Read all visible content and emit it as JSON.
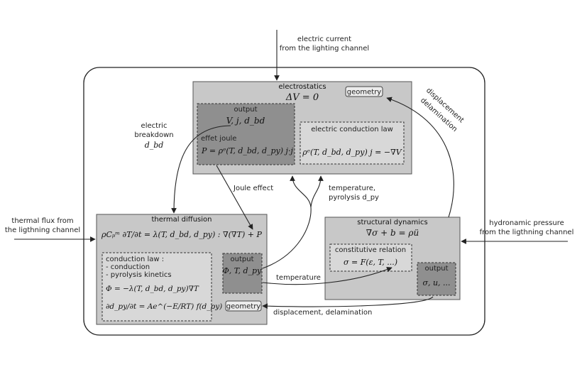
{
  "inputs": {
    "electric_current": [
      "electric current",
      "from the lighting channel"
    ],
    "thermal_flux": [
      "thermal flux from",
      "the ligthning channel"
    ],
    "hydro_pressure": [
      "hydronamic pressure",
      "from the ligthning channel"
    ]
  },
  "side_labels": {
    "displacement_delamination": [
      "displacement",
      "delamination"
    ],
    "electric_breakdown": [
      "electric",
      "breakdown"
    ],
    "electric_breakdown_symbol": "d_bd",
    "joule_effect": "Joule effect",
    "temperature_pyrolysis": [
      "temperature,",
      "pyrolysis d_py"
    ],
    "temperature": "temperature",
    "displacement_delamination_bottom": "displacement, delamination"
  },
  "electrostatics": {
    "title": "electrostatics",
    "equation": "ΔV = 0",
    "geometry": "geometry",
    "output_title": "output",
    "output_vars": "V, j, d_bd",
    "joule_title": "effet joule",
    "joule_eq": "P = ρᵉ(T, d_bd, d_py) j·j",
    "conduction_title": "electric conduction law",
    "conduction_eq": "ρᵉ(T, d_bd, d_py) j = −∇V"
  },
  "thermal": {
    "title": "thermal diffusion",
    "equation": "ρCₚᵐ ∂T/∂t = λ(T, d_bd, d_py) : ∇(∇T) + P",
    "law_title": "conduction law :",
    "law_items": [
      "- conduction",
      "- pyrolysis kinetics"
    ],
    "law_eq1": "Φ = −λ(T, d_bd, d_py)∇T",
    "law_eq2": "∂d_py/∂t = Ae^(−E/RT) f(d_py)",
    "output_title": "output",
    "output_vars": "Φ, T, d_py",
    "geometry": "geometry"
  },
  "structural": {
    "title": "structural dynamics",
    "equation": "∇σ + b = ρü",
    "constitutive_title": "constitutive relation",
    "constitutive_eq": "σ = F(ε, T, ...)",
    "output_title": "output",
    "output_vars": "σ, u, ..."
  }
}
